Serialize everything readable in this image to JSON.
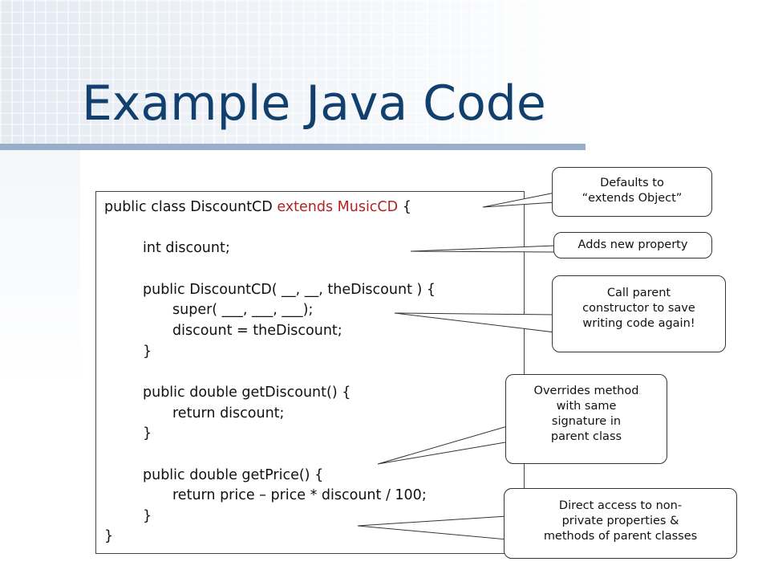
{
  "slide": {
    "title": "Example Java Code"
  },
  "code": {
    "lines": [
      {
        "pre": "public class DiscountCD ",
        "kw": "extends MusicCD",
        "post": " {"
      },
      {
        "pre": "int discount;",
        "kw": "",
        "post": ""
      },
      {
        "pre": "public DiscountCD( __, __, theDiscount ) {",
        "kw": "",
        "post": ""
      },
      {
        "pre": "super( ___, ___, ___);",
        "kw": "",
        "post": ""
      },
      {
        "pre": "discount = theDiscount;",
        "kw": "",
        "post": ""
      },
      {
        "pre": "}",
        "kw": "",
        "post": ""
      },
      {
        "pre": "public double getDiscount() {",
        "kw": "",
        "post": ""
      },
      {
        "pre": "return discount;",
        "kw": "",
        "post": ""
      },
      {
        "pre": "}",
        "kw": "",
        "post": ""
      },
      {
        "pre": "public double getPrice() {",
        "kw": "",
        "post": ""
      },
      {
        "pre": "return price – price * discount / 100;",
        "kw": "",
        "post": ""
      },
      {
        "pre": "}",
        "kw": "",
        "post": ""
      },
      {
        "pre": "}",
        "kw": "",
        "post": ""
      }
    ]
  },
  "callouts": {
    "defaults": [
      "Defaults to",
      "“extends Object”"
    ],
    "adds": [
      "Adds new property"
    ],
    "call_parent": [
      "Call parent",
      "constructor to save",
      "writing code again!"
    ],
    "overrides": [
      "Overrides method",
      "with same",
      "signature in",
      "parent class"
    ],
    "direct_access": [
      "Direct access to non-",
      "private properties &",
      "methods of parent classes"
    ]
  },
  "colors": {
    "title": "#12406e",
    "keyword": "#b22222",
    "title_bar": "#99aecb"
  }
}
